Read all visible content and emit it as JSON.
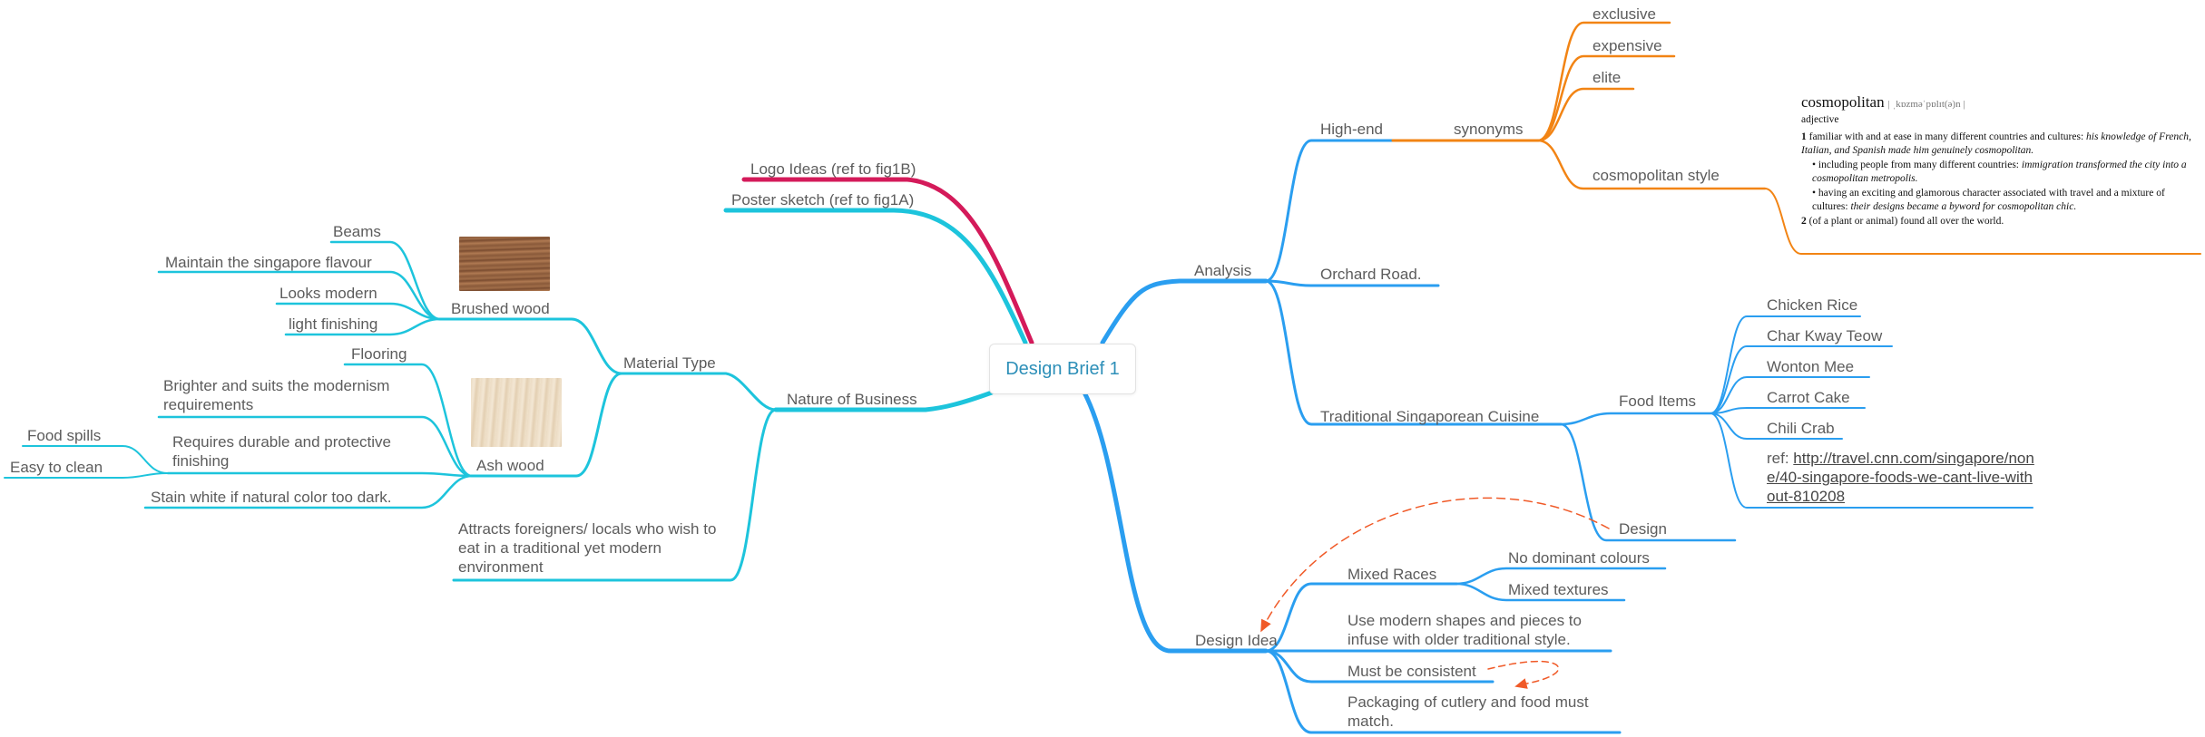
{
  "title": "Design Brief 1",
  "colors": {
    "analysis": "#2a9ef0",
    "nature": "#1dc4dc",
    "logo": "#d41a5a",
    "synonyms": "#f28414",
    "root_text": "#2d8fb8",
    "arrow": "#f05a28",
    "text": "#5c5c5c"
  },
  "left": {
    "logo_ideas": "Logo Ideas (ref to fig1B)",
    "poster_sketch": "Poster sketch (ref to fig1A)",
    "nature_of_business": "Nature of Business",
    "material_type": "Material Type",
    "brushed_wood": {
      "label": "Brushed wood",
      "items": [
        "Beams",
        "Maintain the singapore flavour",
        "Looks modern",
        "light finishing"
      ]
    },
    "ash_wood": {
      "label": "Ash wood",
      "flooring": "Flooring",
      "brighter": "Brighter and suits the modernism requirements",
      "durable": "Requires durable and protective finishing",
      "food_spills": "Food spills",
      "easy_clean": "Easy to clean",
      "stain": "Stain white if natural color too dark."
    },
    "attracts": "Attracts foreigners/ locals who wish to eat in a traditional yet modern environment"
  },
  "right": {
    "analysis": "Analysis",
    "high_end": "High-end",
    "synonyms": "synonyms",
    "synonym_items": [
      "exclusive",
      "expensive",
      "elite",
      "cosmopolitan style"
    ],
    "orchard": "Orchard Road.",
    "cuisine": "Traditional Singaporean Cuisine",
    "food_items": "Food Items",
    "foods": [
      "Chicken Rice",
      "Char Kway Teow",
      "Wonton Mee",
      "Carrot Cake",
      "Chili Crab"
    ],
    "ref_prefix": "ref: ",
    "ref_link": "http://travel.cnn.com/singapore/none/40-singapore-foods-we-cant-live-without-810208",
    "design": "Design",
    "design_idea": "Design Idea",
    "mixed_races": "Mixed Races",
    "no_dominant": "No dominant colours",
    "mixed_textures": "Mixed textures",
    "modern_shapes": "Use modern shapes and pieces to infuse with older traditional style.",
    "consistent": "Must be consistent",
    "packaging": "Packaging of cutlery and food must match."
  },
  "dictionary": {
    "word": "cosmopolitan",
    "pronunciation": "| ˌkɒzməˈpɒlɪt(ə)n |",
    "pos": "adjective",
    "def1_num": "1",
    "def1": "familiar with and at ease in many different countries and cultures:",
    "def1_ex": "his knowledge of French, Italian, and Spanish made him genuinely cosmopolitan.",
    "def1a": "• including people from many different countries:",
    "def1a_ex": "immigration transformed the city into a cosmopolitan metropolis.",
    "def1b": "• having an exciting and glamorous character associated with travel and a mixture of cultures:",
    "def1b_ex": "their designs became a byword for cosmopolitan chic.",
    "def2_num": "2",
    "def2": "(of a plant or animal) found all over the world."
  }
}
